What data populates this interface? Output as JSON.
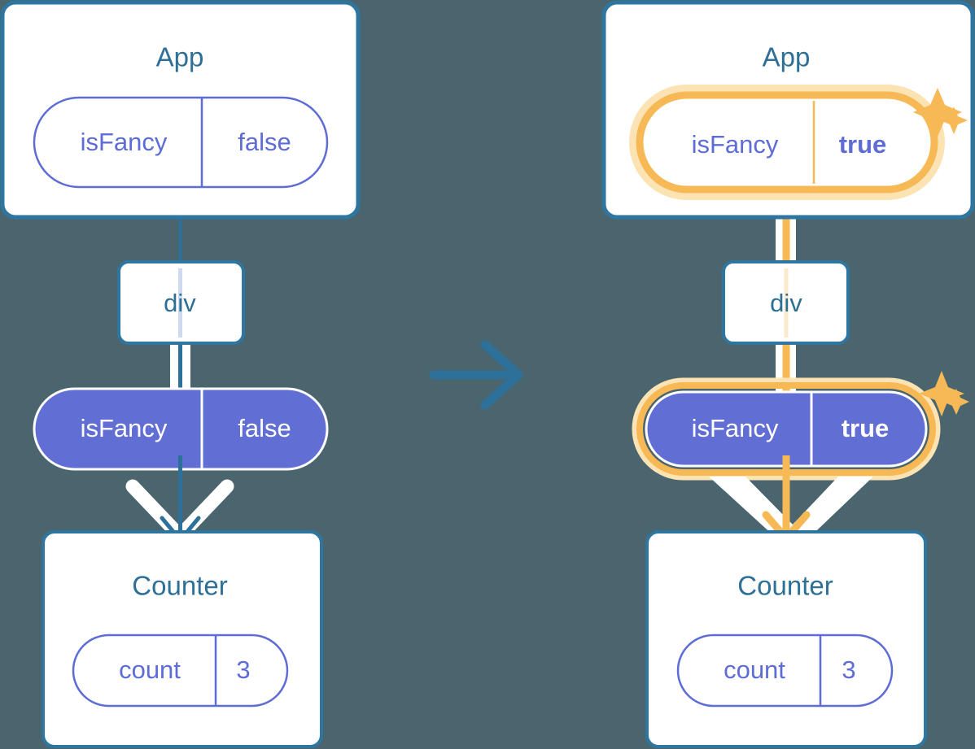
{
  "diagram": {
    "title_left": "App",
    "title_right": "App",
    "background_color": "#4b656e",
    "colors": {
      "background": "#4b656e",
      "box_border_blue": "#2e76a0",
      "title_blue": "#2e6f96",
      "purple": "#5e6cd6",
      "purple_fill": "#616ed4",
      "white": "#ffffff",
      "highlight_orange": "#f7b955",
      "highlight_orange_glow": "#fce3b4",
      "arrow_blue": "#2d7099"
    },
    "transition_arrow": {
      "icon": "arrow-right-icon",
      "color": "#2d7099"
    },
    "panels": [
      {
        "id": "before",
        "app_box": {
          "title": "App",
          "state_pill": {
            "key": "isFancy",
            "value": "false",
            "style": "outline",
            "highlighted": false,
            "value_bold": false
          }
        },
        "div_box": {
          "label": "div"
        },
        "prop_pill": {
          "key": "isFancy",
          "value": "false",
          "style": "solid",
          "highlighted": false,
          "value_bold": false
        },
        "counter_box": {
          "title": "Counter",
          "state_pill": {
            "key": "count",
            "value": "3",
            "style": "outline",
            "highlighted": false,
            "value_bold": false
          }
        },
        "sparkles": false
      },
      {
        "id": "after",
        "app_box": {
          "title": "App",
          "state_pill": {
            "key": "isFancy",
            "value": "true",
            "style": "outline",
            "highlighted": true,
            "value_bold": true
          }
        },
        "div_box": {
          "label": "div"
        },
        "prop_pill": {
          "key": "isFancy",
          "value": "true",
          "style": "solid",
          "highlighted": true,
          "value_bold": true
        },
        "counter_box": {
          "title": "Counter",
          "state_pill": {
            "key": "count",
            "value": "3",
            "style": "outline",
            "highlighted": false,
            "value_bold": false
          }
        },
        "sparkles": true
      }
    ]
  }
}
